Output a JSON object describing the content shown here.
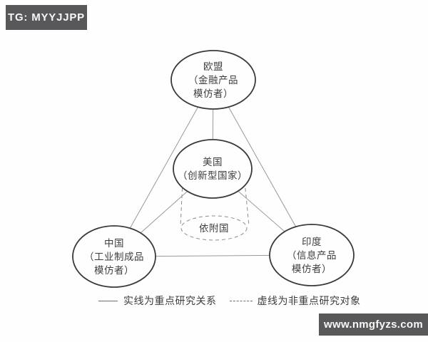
{
  "watermarks": {
    "top_left": "TG: MYYJJPP",
    "bottom_right": "www.nmgfyzs.com"
  },
  "diagram": {
    "nodes": {
      "eu": {
        "id": "eu",
        "lines": [
          "欧盟",
          "（金融产品",
          "模仿者）"
        ],
        "border": "solid"
      },
      "us": {
        "id": "us",
        "lines": [
          "美国",
          "（创新型国家）"
        ],
        "border": "solid"
      },
      "dependent": {
        "id": "dependent",
        "lines": [
          "依附国"
        ],
        "border": "dashed"
      },
      "china": {
        "id": "china",
        "lines": [
          "中国",
          "（工业制成品",
          "模仿者）"
        ],
        "border": "solid"
      },
      "india": {
        "id": "india",
        "lines": [
          "印度",
          "（信息产品",
          "模仿者）"
        ],
        "border": "solid"
      }
    },
    "edges": [
      {
        "from": "eu",
        "to": "us",
        "style": "solid"
      },
      {
        "from": "eu",
        "to": "china",
        "style": "solid"
      },
      {
        "from": "eu",
        "to": "india",
        "style": "solid"
      },
      {
        "from": "us",
        "to": "china",
        "style": "solid"
      },
      {
        "from": "us",
        "to": "india",
        "style": "solid"
      },
      {
        "from": "china",
        "to": "india",
        "style": "solid"
      },
      {
        "from": "us",
        "to": "dependent",
        "style": "dashed"
      }
    ],
    "legend": {
      "solid_label": "实线为重点研究关系",
      "dashed_label": "虚线为非重点研究对象"
    }
  },
  "colors": {
    "background": "#fefefe",
    "node_border": "#3a3a3a",
    "connector_line": "#999999",
    "dashed_line": "#8c8c8c",
    "label_text": "#3d3d3d",
    "badge_background": "#58585a",
    "badge_text": "#f7f7f7"
  }
}
